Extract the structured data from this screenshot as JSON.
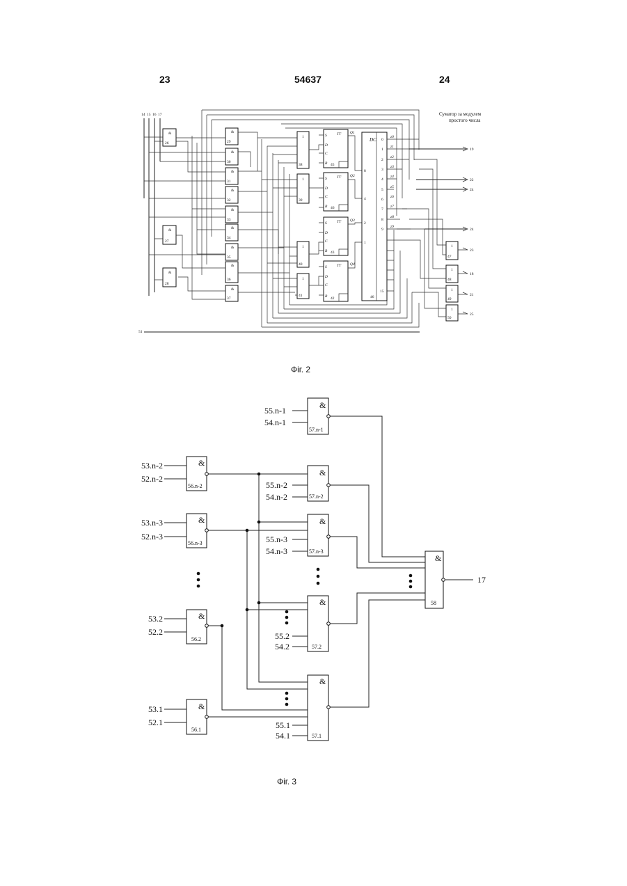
{
  "header": {
    "left": "23",
    "center": "54637",
    "right": "24"
  },
  "fig2": {
    "caption": "Фіг. 2",
    "title_line1": "Суматор за модулем",
    "title_line2": "простого числа",
    "inputs_top": [
      "14",
      "15",
      "16",
      "17"
    ],
    "input_bottom": "51",
    "and_gates_small": [
      {
        "sym": "&",
        "num": "26"
      },
      {
        "sym": "&",
        "num": "27"
      },
      {
        "sym": "&",
        "num": "28"
      }
    ],
    "and_gates": [
      {
        "sym": "&",
        "num": "29"
      },
      {
        "sym": "&",
        "num": "30"
      },
      {
        "sym": "&",
        "num": "31"
      },
      {
        "sym": "&",
        "num": "32"
      },
      {
        "sym": "&",
        "num": "33"
      },
      {
        "sym": "&",
        "num": "34"
      },
      {
        "sym": "&",
        "num": "35"
      },
      {
        "sym": "&",
        "num": "36"
      },
      {
        "sym": "&",
        "num": "37"
      }
    ],
    "or_gates": [
      {
        "sym": "1",
        "num": "38"
      },
      {
        "sym": "1",
        "num": "39"
      },
      {
        "sym": "1",
        "num": "40"
      },
      {
        "sym": "1",
        "num": "41"
      }
    ],
    "triggers": [
      {
        "type": "TT",
        "num": "45",
        "q": "Q1"
      },
      {
        "type": "TT",
        "num": "46",
        "q": "Q2"
      },
      {
        "type": "TT",
        "num": "43",
        "q": "Q3"
      },
      {
        "type": "TT",
        "num": "42",
        "q": "Q4"
      }
    ],
    "trigger_pins": [
      "S",
      "D",
      "C",
      "R"
    ],
    "decoder": {
      "label": "DC",
      "num": "46",
      "inputs": [
        "8",
        "4",
        "2",
        "1"
      ],
      "outputs": [
        "0",
        "1",
        "2",
        "3",
        "4",
        "5",
        "6",
        "7",
        "8",
        "9",
        "15"
      ],
      "z_labels": [
        "z0",
        "z1",
        "z2",
        "z3",
        "z4",
        "z5",
        "z6",
        "z7",
        "z8",
        "z9"
      ]
    },
    "right_or_gates": [
      {
        "sym": "1",
        "num": "47"
      },
      {
        "sym": "1",
        "num": "48"
      },
      {
        "sym": "1",
        "num": "49"
      },
      {
        "sym": "1",
        "num": "50"
      }
    ],
    "outputs_right": [
      "19",
      "22",
      "24",
      "24",
      "23",
      "18",
      "21",
      "25"
    ]
  },
  "fig3": {
    "caption": "Фіг. 3",
    "gate_symbol": "&",
    "left_gates": [
      {
        "num": "56.n-2",
        "in1": "53.n-2",
        "in2": "52.n-2"
      },
      {
        "num": "56.n-3",
        "in1": "53.n-3",
        "in2": "52.n-3"
      },
      {
        "num": "56.2",
        "in1": "53.2",
        "in2": "52.2"
      },
      {
        "num": "56.1",
        "in1": "53.1",
        "in2": "52.1"
      }
    ],
    "mid_gates": [
      {
        "num": "57.n-1",
        "in1": "55.n-1",
        "in2": "54.n-1"
      },
      {
        "num": "57.n-2",
        "in1": "55.n-2",
        "in2": "54.n-2"
      },
      {
        "num": "57.n-3",
        "in1": "55.n-3",
        "in2": "54.n-3"
      },
      {
        "num": "57.2",
        "in1": "55.2",
        "in2": "54.2"
      },
      {
        "num": "57.1",
        "in1": "55.1",
        "in2": "54.1"
      }
    ],
    "final_gate": {
      "num": "58",
      "output": "17"
    }
  }
}
